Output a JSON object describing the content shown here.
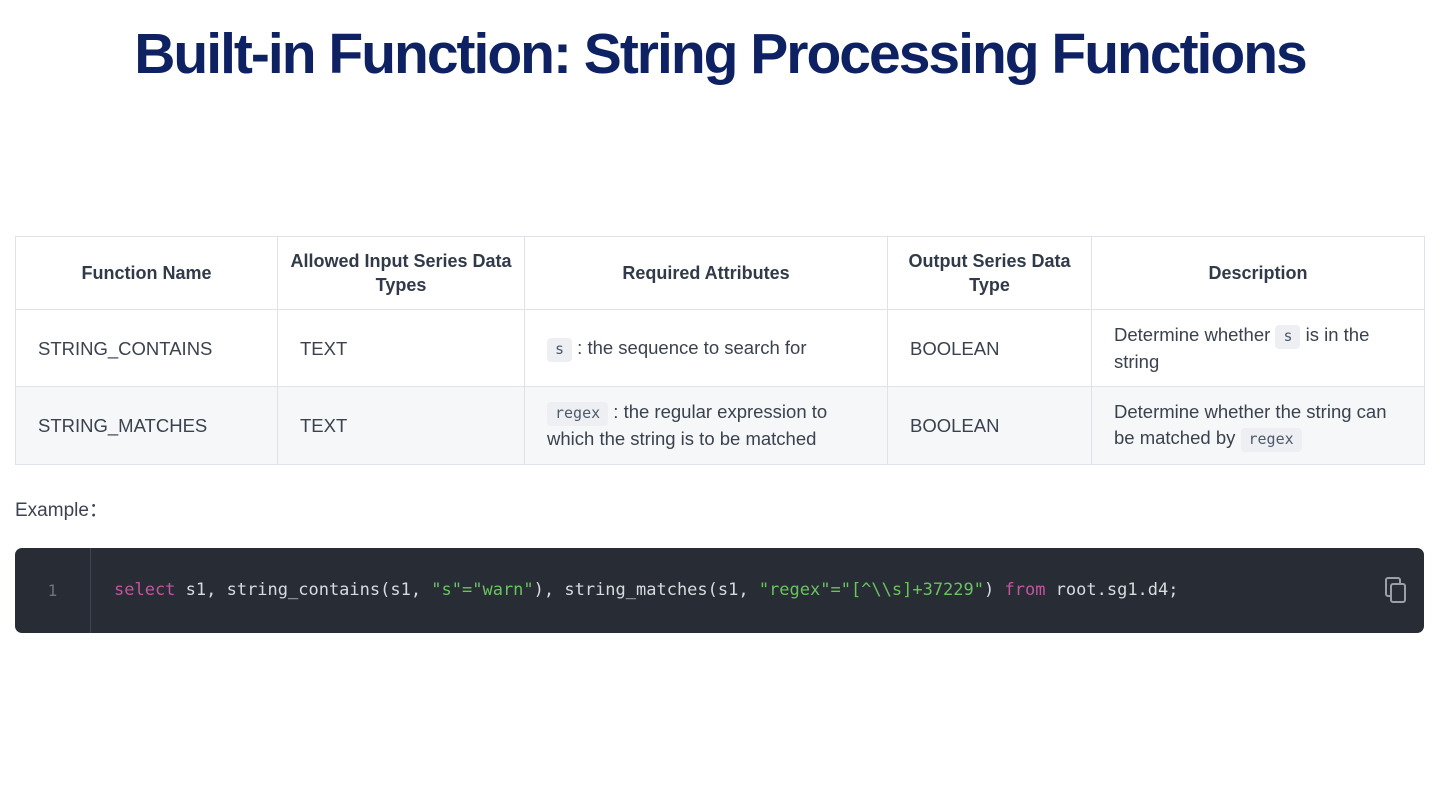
{
  "title": "Built-in Function: String Processing Functions",
  "colors": {
    "title": "#0e2263",
    "table_border": "#dfe2e8",
    "striped_row_bg": "#f6f7f9",
    "chip_bg": "#edeff3",
    "code_background": "#282c34",
    "code_keyword": "#c155a0",
    "code_string": "#69c35f",
    "code_plain": "#d7dbe0"
  },
  "table": {
    "headers": [
      "Function Name",
      "Allowed Input Series Data Types",
      "Required Attributes",
      "Output Series Data Type",
      "Description"
    ],
    "rows": [
      {
        "function_name": "STRING_CONTAINS",
        "input_types": "TEXT",
        "required_attributes": [
          {
            "chip": "s"
          },
          {
            "text": " : the sequence to search for"
          }
        ],
        "output_type": "BOOLEAN",
        "description": [
          {
            "text": "Determine whether "
          },
          {
            "chip": "s"
          },
          {
            "text": " is in the string"
          }
        ]
      },
      {
        "function_name": "STRING_MATCHES",
        "input_types": "TEXT",
        "required_attributes": [
          {
            "chip": "regex"
          },
          {
            "text": " : the regular expression to which the string is to be matched"
          }
        ],
        "output_type": "BOOLEAN",
        "description": [
          {
            "text": "Determine whether the string can be matched by "
          },
          {
            "chip": "regex"
          }
        ]
      }
    ]
  },
  "example": {
    "label": "Example："
  },
  "code_block": {
    "line_number": "1",
    "tokens": [
      {
        "type": "keyword",
        "text": "select"
      },
      {
        "type": "plain",
        "text": " s1, string_contains(s1, "
      },
      {
        "type": "string",
        "text": "\"s\"=\"warn\""
      },
      {
        "type": "plain",
        "text": "), string_matches(s1, "
      },
      {
        "type": "string",
        "text": "\"regex\"=\"[^\\\\s]+37229\""
      },
      {
        "type": "plain",
        "text": ") "
      },
      {
        "type": "keyword",
        "text": "from"
      },
      {
        "type": "plain",
        "text": " root.sg1.d4;"
      }
    ],
    "copy_icon": "copy-icon"
  }
}
